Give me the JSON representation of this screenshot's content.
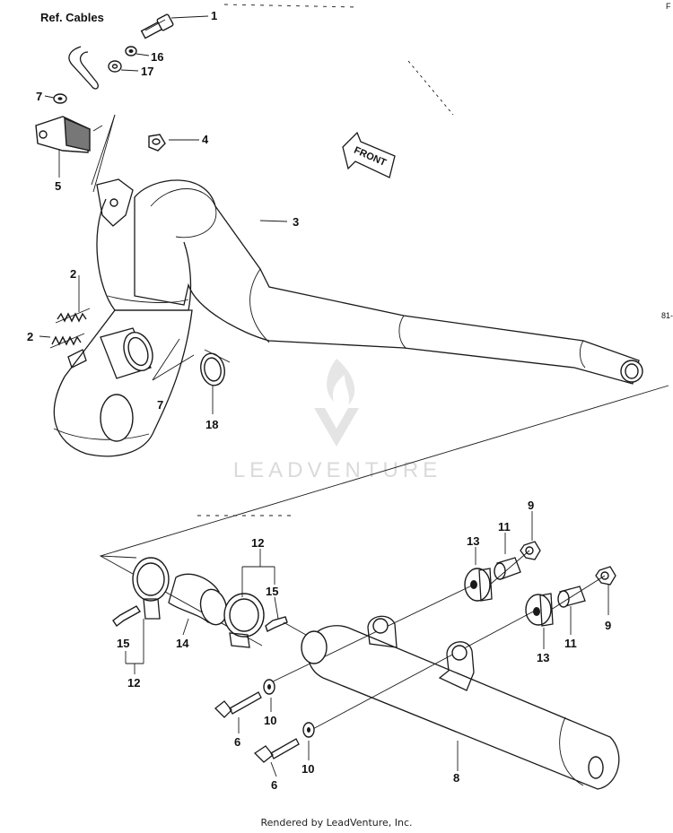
{
  "diagram": {
    "ref_label": "Ref. Cables",
    "front_label": "FRONT",
    "edge_marks": [
      "F",
      "81-"
    ],
    "callouts": [
      {
        "id": "c1",
        "text": "1"
      },
      {
        "id": "c16",
        "text": "16"
      },
      {
        "id": "c17",
        "text": "17"
      },
      {
        "id": "c7a",
        "text": "7"
      },
      {
        "id": "c5",
        "text": "5"
      },
      {
        "id": "c4",
        "text": "4"
      },
      {
        "id": "c3",
        "text": "3"
      },
      {
        "id": "c2a",
        "text": "2"
      },
      {
        "id": "c2b",
        "text": "2"
      },
      {
        "id": "c7b",
        "text": "7"
      },
      {
        "id": "c18",
        "text": "18"
      },
      {
        "id": "c12a",
        "text": "12"
      },
      {
        "id": "c15a",
        "text": "15"
      },
      {
        "id": "c15b",
        "text": "15"
      },
      {
        "id": "c12b",
        "text": "12"
      },
      {
        "id": "c14",
        "text": "14"
      },
      {
        "id": "c13a",
        "text": "13"
      },
      {
        "id": "c11a",
        "text": "11"
      },
      {
        "id": "c9a",
        "text": "9"
      },
      {
        "id": "c13b",
        "text": "13"
      },
      {
        "id": "c11b",
        "text": "11"
      },
      {
        "id": "c9b",
        "text": "9"
      },
      {
        "id": "c6a",
        "text": "6"
      },
      {
        "id": "c10a",
        "text": "10"
      },
      {
        "id": "c6b",
        "text": "6"
      },
      {
        "id": "c10b",
        "text": "10"
      },
      {
        "id": "c8",
        "text": "8"
      }
    ]
  },
  "watermark": {
    "text": "LEADVENTURE"
  },
  "footer": {
    "text": "Rendered by LeadVenture, Inc."
  },
  "colors": {
    "line": "#1a1a1a",
    "watermark": "#d6d6d6",
    "background": "#ffffff"
  }
}
